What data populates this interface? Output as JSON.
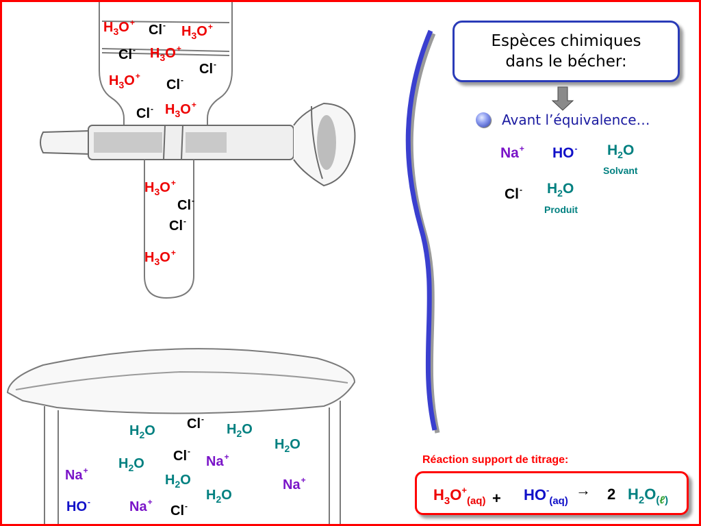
{
  "species": {
    "h3o": {
      "base": "H",
      "sub": "3",
      "end": "O",
      "charge": "+"
    },
    "cl": {
      "base": "Cl",
      "charge": "-"
    },
    "h2o": {
      "base": "H",
      "sub": "2",
      "end": "O"
    },
    "na": {
      "base": "Na",
      "charge": "+"
    },
    "ho": {
      "base": "HO",
      "charge": "-"
    }
  },
  "panel": {
    "title_line1": "Espèces chimiques",
    "title_line2": "dans le bécher:",
    "avant": "Avant l’équivalence…",
    "note_solvant": "Solvant",
    "note_produit": "Produit"
  },
  "reaction": {
    "title": "Réaction support de titrage:",
    "reactant1": {
      "base": "H",
      "sub": "3",
      "end": "O",
      "charge": "+",
      "state": "(aq)"
    },
    "plus": "+",
    "reactant2": {
      "base": "HO",
      "charge": "-",
      "state": "(aq)"
    },
    "arrow": "→",
    "coefficient": "2",
    "product": {
      "base": "H",
      "sub": "2",
      "end": "O",
      "state_open": "(",
      "state_letter": "ℓ",
      "state_close": ")"
    }
  },
  "colors": {
    "border": "#ff0000",
    "h3o": "#ee0000",
    "cl": "#000000",
    "h2o": "#008080",
    "na": "#7a14c8",
    "ho": "#1010c8",
    "wave": "#3a3fcf"
  }
}
